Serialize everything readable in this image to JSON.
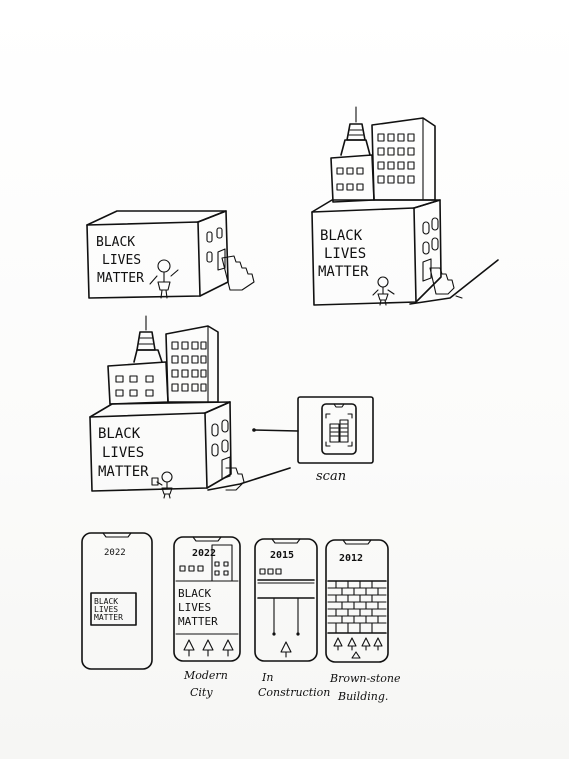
{
  "scenes": {
    "building_a": {
      "mural_lines": [
        "BLACK",
        "LIVES",
        "MATTER"
      ]
    },
    "building_b": {
      "mural_lines": [
        "BLACK",
        "LIVES",
        "MATTER"
      ]
    },
    "building_c": {
      "mural_lines": [
        "BLACK",
        "LIVES",
        "MATTER"
      ]
    }
  },
  "scan_frame": {
    "label": "scan"
  },
  "phones": [
    {
      "year": "2022",
      "mural_lines": [
        "BLACK",
        "LIVES",
        "MATTER"
      ]
    },
    {
      "year": "2022",
      "mural_lines": [
        "BLACK",
        "LIVES",
        "MATTER"
      ],
      "caption_lines": [
        "Modern",
        "City"
      ]
    },
    {
      "year": "2015",
      "caption_lines": [
        "In",
        "Construction"
      ]
    },
    {
      "year": "2012",
      "caption_lines": [
        "Brown-stone",
        "Building."
      ]
    }
  ]
}
